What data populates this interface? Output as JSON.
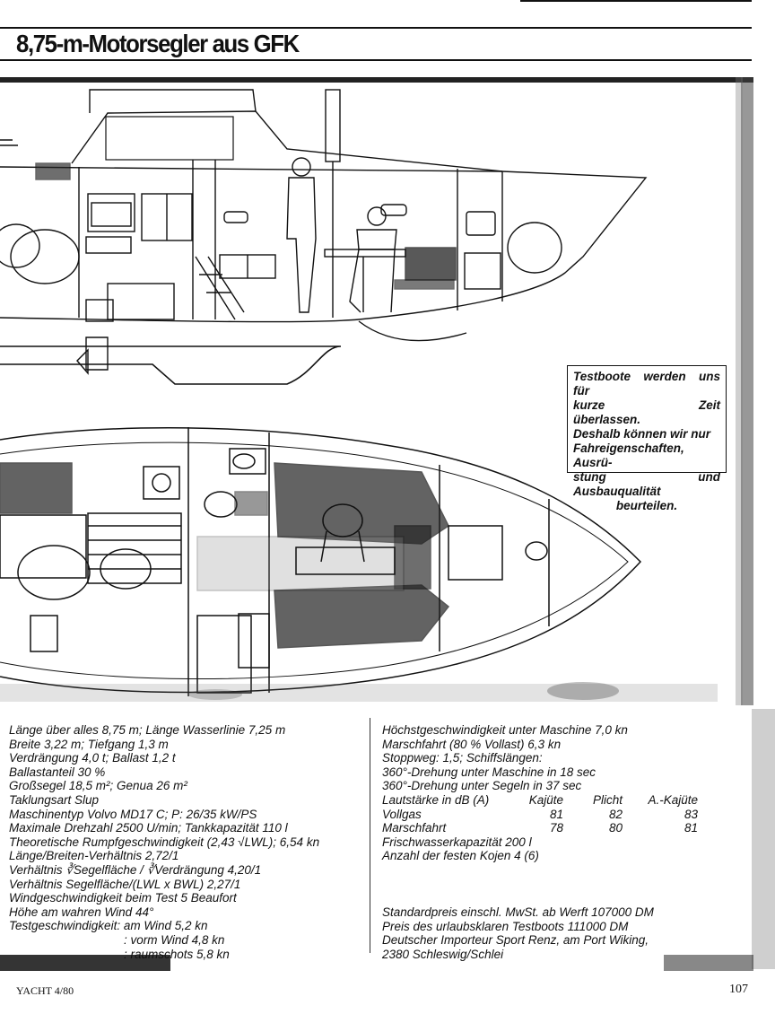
{
  "header": {
    "title": "8,75-m-Motorsegler aus GFK"
  },
  "notice": {
    "lines": [
      "Testboote werden uns für",
      "kurze Zeit überlassen.",
      "Deshalb können wir nur",
      "Fahreigenschaften, Ausrü-",
      "stung und Ausbauqualität",
      "beurteilen."
    ]
  },
  "specs_left": [
    "Länge über alles 8,75 m; Länge Wasserlinie 7,25 m",
    "Breite 3,22 m; Tiefgang 1,3 m",
    "Verdrängung 4,0 t; Ballast 1,2 t",
    "Ballastanteil 30 %",
    "Großsegel 18,5 m²; Genua 26 m²",
    "Taklungsart Slup",
    "Maschinentyp Volvo MD17 C; P: 26/35 kW/PS",
    "Maximale Drehzahl 2500 U/min; Tankkapazität 110 l",
    "Theoretische Rumpfgeschwindigkeit (2,43 √LWL); 6,54 kn",
    "Länge/Breiten-Verhältnis 2,72/1",
    "Verhältnis ∛Segelfläche / ∛Verdrängung 4,20/1",
    "Verhältnis Segelfläche/(LWL x BWL) 2,27/1",
    "Windgeschwindigkeit beim Test 5 Beaufort",
    "Höhe am wahren Wind 44°",
    "Testgeschwindigkeit: am Wind 5,2 kn"
  ],
  "specs_left_indented": [
    ": vorm Wind 4,8 kn",
    ": raumschots 5,8 kn"
  ],
  "specs_right_top": [
    "Höchstgeschwindigkeit unter Maschine 7,0 kn",
    "Marschfahrt (80 % Vollast) 6,3 kn",
    "Stoppweg: 1,5; Schiffslängen:",
    "360°-Drehung unter Maschine in 18 sec",
    "360°-Drehung unter Segeln in 37 sec"
  ],
  "sound_table": {
    "header": [
      "Lautstärke in dB (A)",
      "Kajüte",
      "Plicht",
      "A.-Kajüte"
    ],
    "rows": [
      [
        "Vollgas",
        "81",
        "82",
        "83"
      ],
      [
        "Marschfahrt",
        "78",
        "80",
        "81"
      ]
    ]
  },
  "specs_right_after": [
    "Frischwasserkapazität 200 l",
    "Anzahl der festen Kojen 4 (6)"
  ],
  "specs_right_bottom": [
    "Standardpreis einschl. MwSt. ab Werft 107000 DM",
    "Preis des urlaubsklaren Testboots 111000 DM",
    "Deutscher Importeur Sport Renz, am Port Wiking,",
    "2380 Schleswig/Schlei"
  ],
  "footer": {
    "magazine": "YACHT 4/80",
    "page_number": "107"
  }
}
